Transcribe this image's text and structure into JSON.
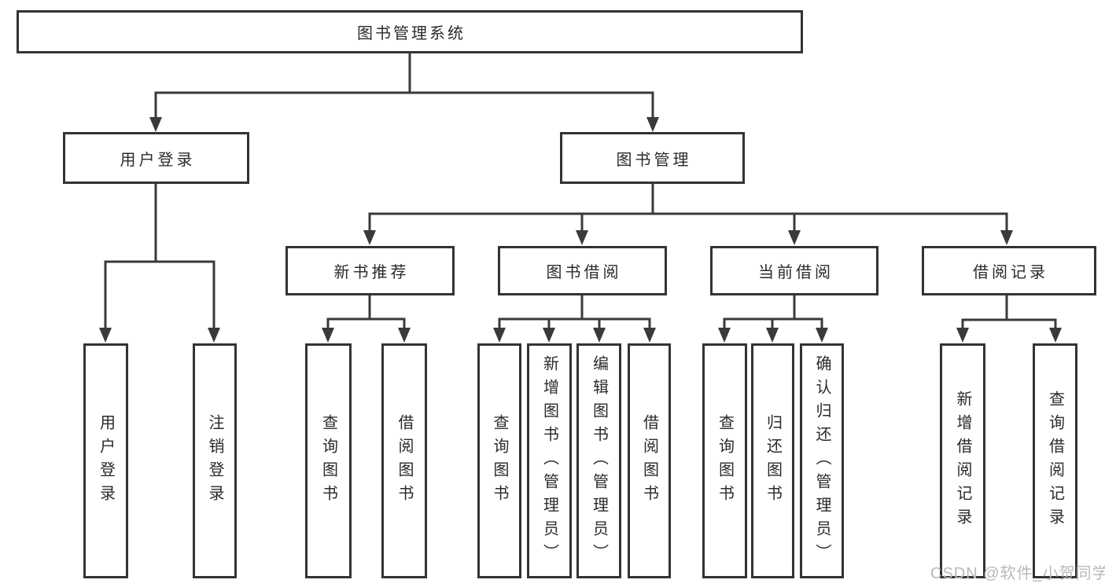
{
  "tree": {
    "root": {
      "label": "图书管理系统"
    },
    "branches": [
      {
        "label": "用户登录",
        "leaves": [
          "用户登录",
          "注销登录"
        ]
      },
      {
        "label": "图书管理",
        "groups": [
          {
            "label": "新书推荐",
            "leaves": [
              "查询图书",
              "借阅图书"
            ]
          },
          {
            "label": "图书借阅",
            "leaves": [
              "查询图书",
              "新增图书（管理员）",
              "编辑图书（管理员）",
              "借阅图书"
            ]
          },
          {
            "label": "当前借阅",
            "leaves": [
              "查询图书",
              "归还图书",
              "确认归还（管理员）"
            ]
          },
          {
            "label": "借阅记录",
            "leaves": [
              "新增借阅记录",
              "查询借阅记录"
            ]
          }
        ]
      }
    ]
  },
  "watermark": {
    "text": "CSDN @软件_小贺同学"
  },
  "colors": {
    "line": "#3a3a3a",
    "box_border": "#333333",
    "text": "#2a2a2a",
    "watermark": "#b9b9b9",
    "background": "#ffffff"
  }
}
